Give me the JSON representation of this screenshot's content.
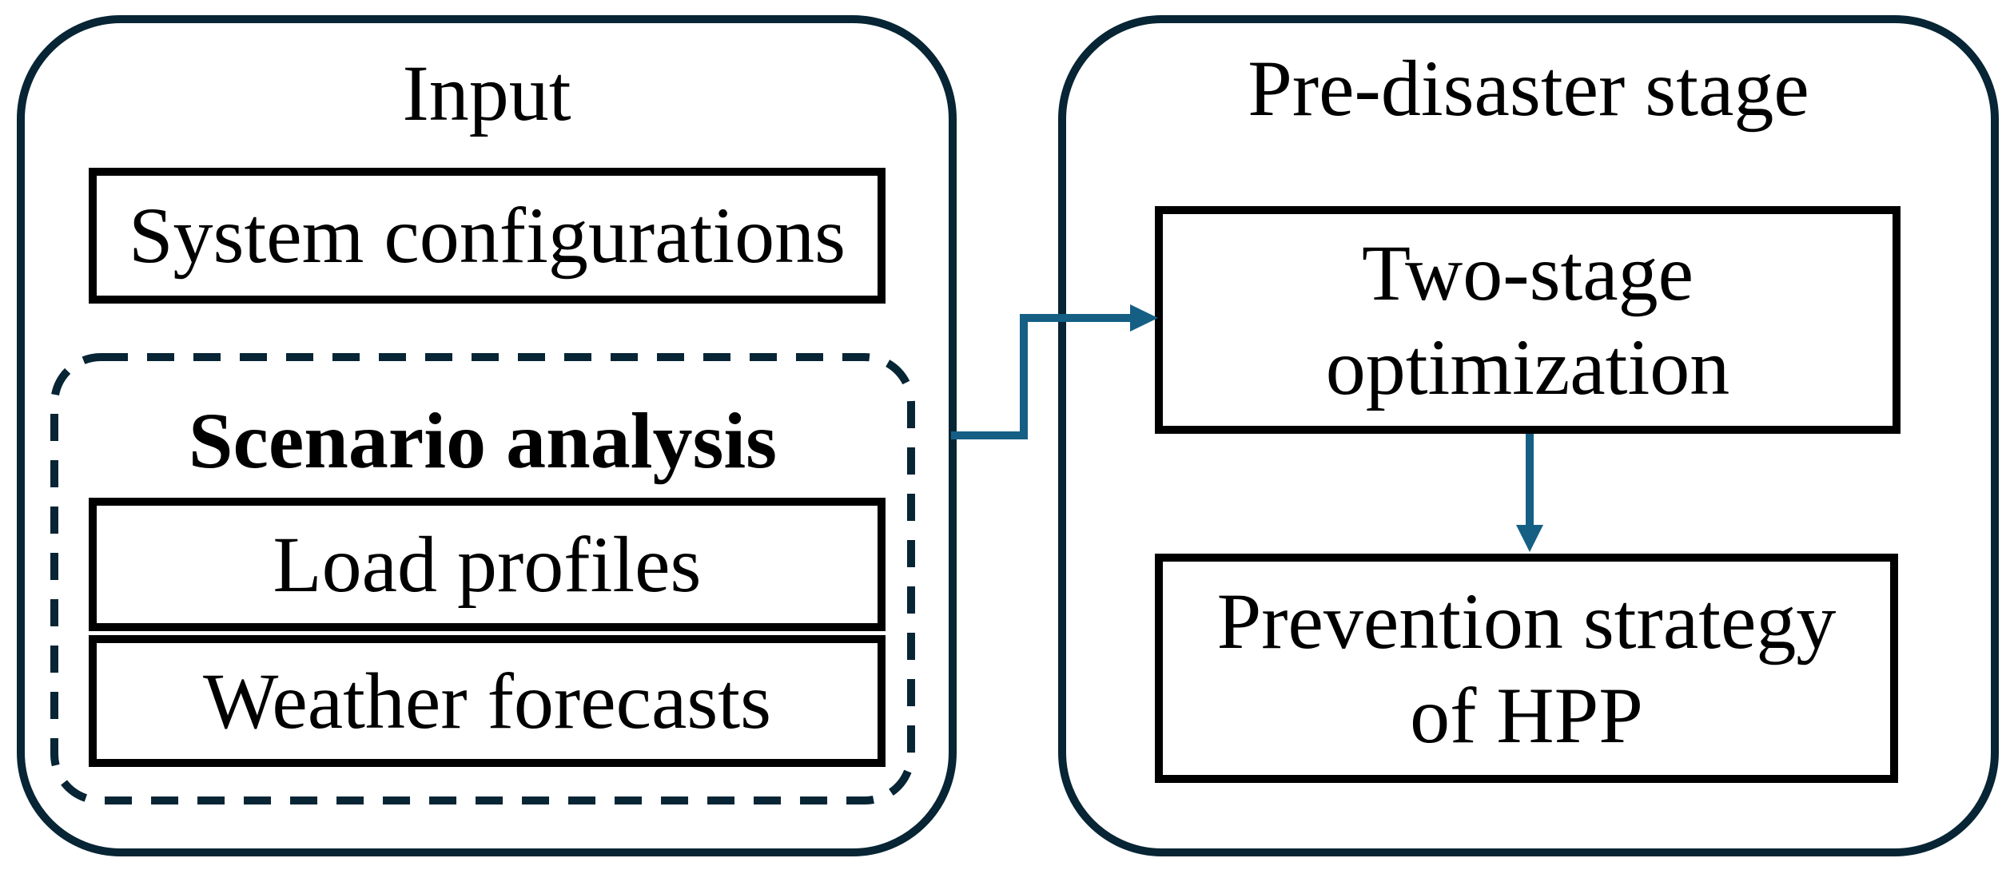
{
  "colors": {
    "navy": "#072534",
    "teal": "#155F85",
    "box_border": "#000000",
    "background": "#ffffff"
  },
  "input_panel": {
    "title": "Input",
    "system_configurations_box": "System configurations",
    "scenario_group": {
      "title": "Scenario analysis",
      "load_profiles_box": "Load profiles",
      "weather_forecasts_box": "Weather forecasts"
    }
  },
  "pre_disaster_panel": {
    "title": "Pre-disaster stage",
    "two_stage_box": {
      "line1": "Two-stage",
      "line2": "optimization"
    },
    "prevention_box": {
      "line1": "Prevention strategy",
      "line2": "of HPP"
    }
  }
}
